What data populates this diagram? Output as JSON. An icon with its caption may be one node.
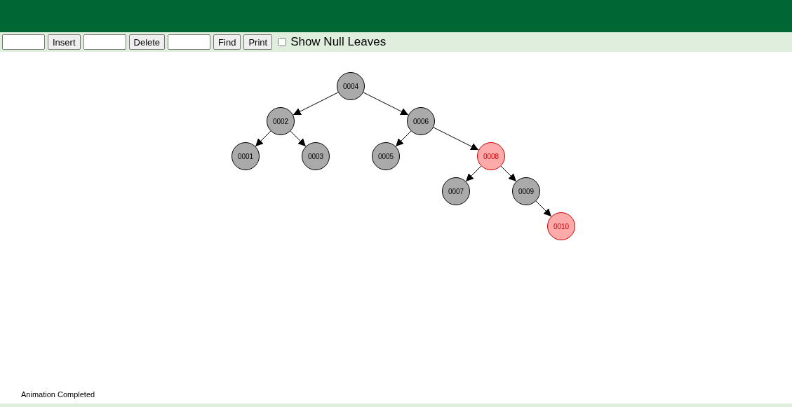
{
  "diagram": {
    "nodes": [
      {
        "text": [
          "0004"
        ]
      },
      {
        "text": [
          "0002"
        ]
      },
      {
        "text": [
          "0006"
        ]
      },
      {
        "text": [
          "0001"
        ]
      },
      {
        "text": [
          "0003"
        ]
      },
      {
        "text": [
          "0005"
        ]
      },
      {
        "text": [
          "0008"
        ]
      },
      {
        "text": [
          "0007"
        ]
      },
      {
        "text": [
          "0009"
        ]
      },
      {
        "text": [
          "0010"
        ]
      }
    ],
    "edges": [
      {
        "from": 0,
        "to": 1,
        "arrow": "to"
      },
      {
        "from": 0,
        "to": 2,
        "arrow": "to"
      },
      {
        "from": 1,
        "to": 3,
        "arrow": "to"
      },
      {
        "from": 1,
        "to": 4,
        "arrow": "to"
      },
      {
        "from": 2,
        "to": 5,
        "arrow": "to"
      },
      {
        "from": 2,
        "to": 6,
        "arrow": "to"
      },
      {
        "from": 6,
        "to": 7,
        "arrow": "to"
      },
      {
        "from": 6,
        "to": 8,
        "arrow": "to"
      },
      {
        "from": 8,
        "to": 9,
        "arrow": "to"
      }
    ],
    "labels": [
      "Insert",
      "Delete",
      "Find",
      "Print",
      "Show Null Leaves",
      "Animation Completed"
    ]
  }
}
